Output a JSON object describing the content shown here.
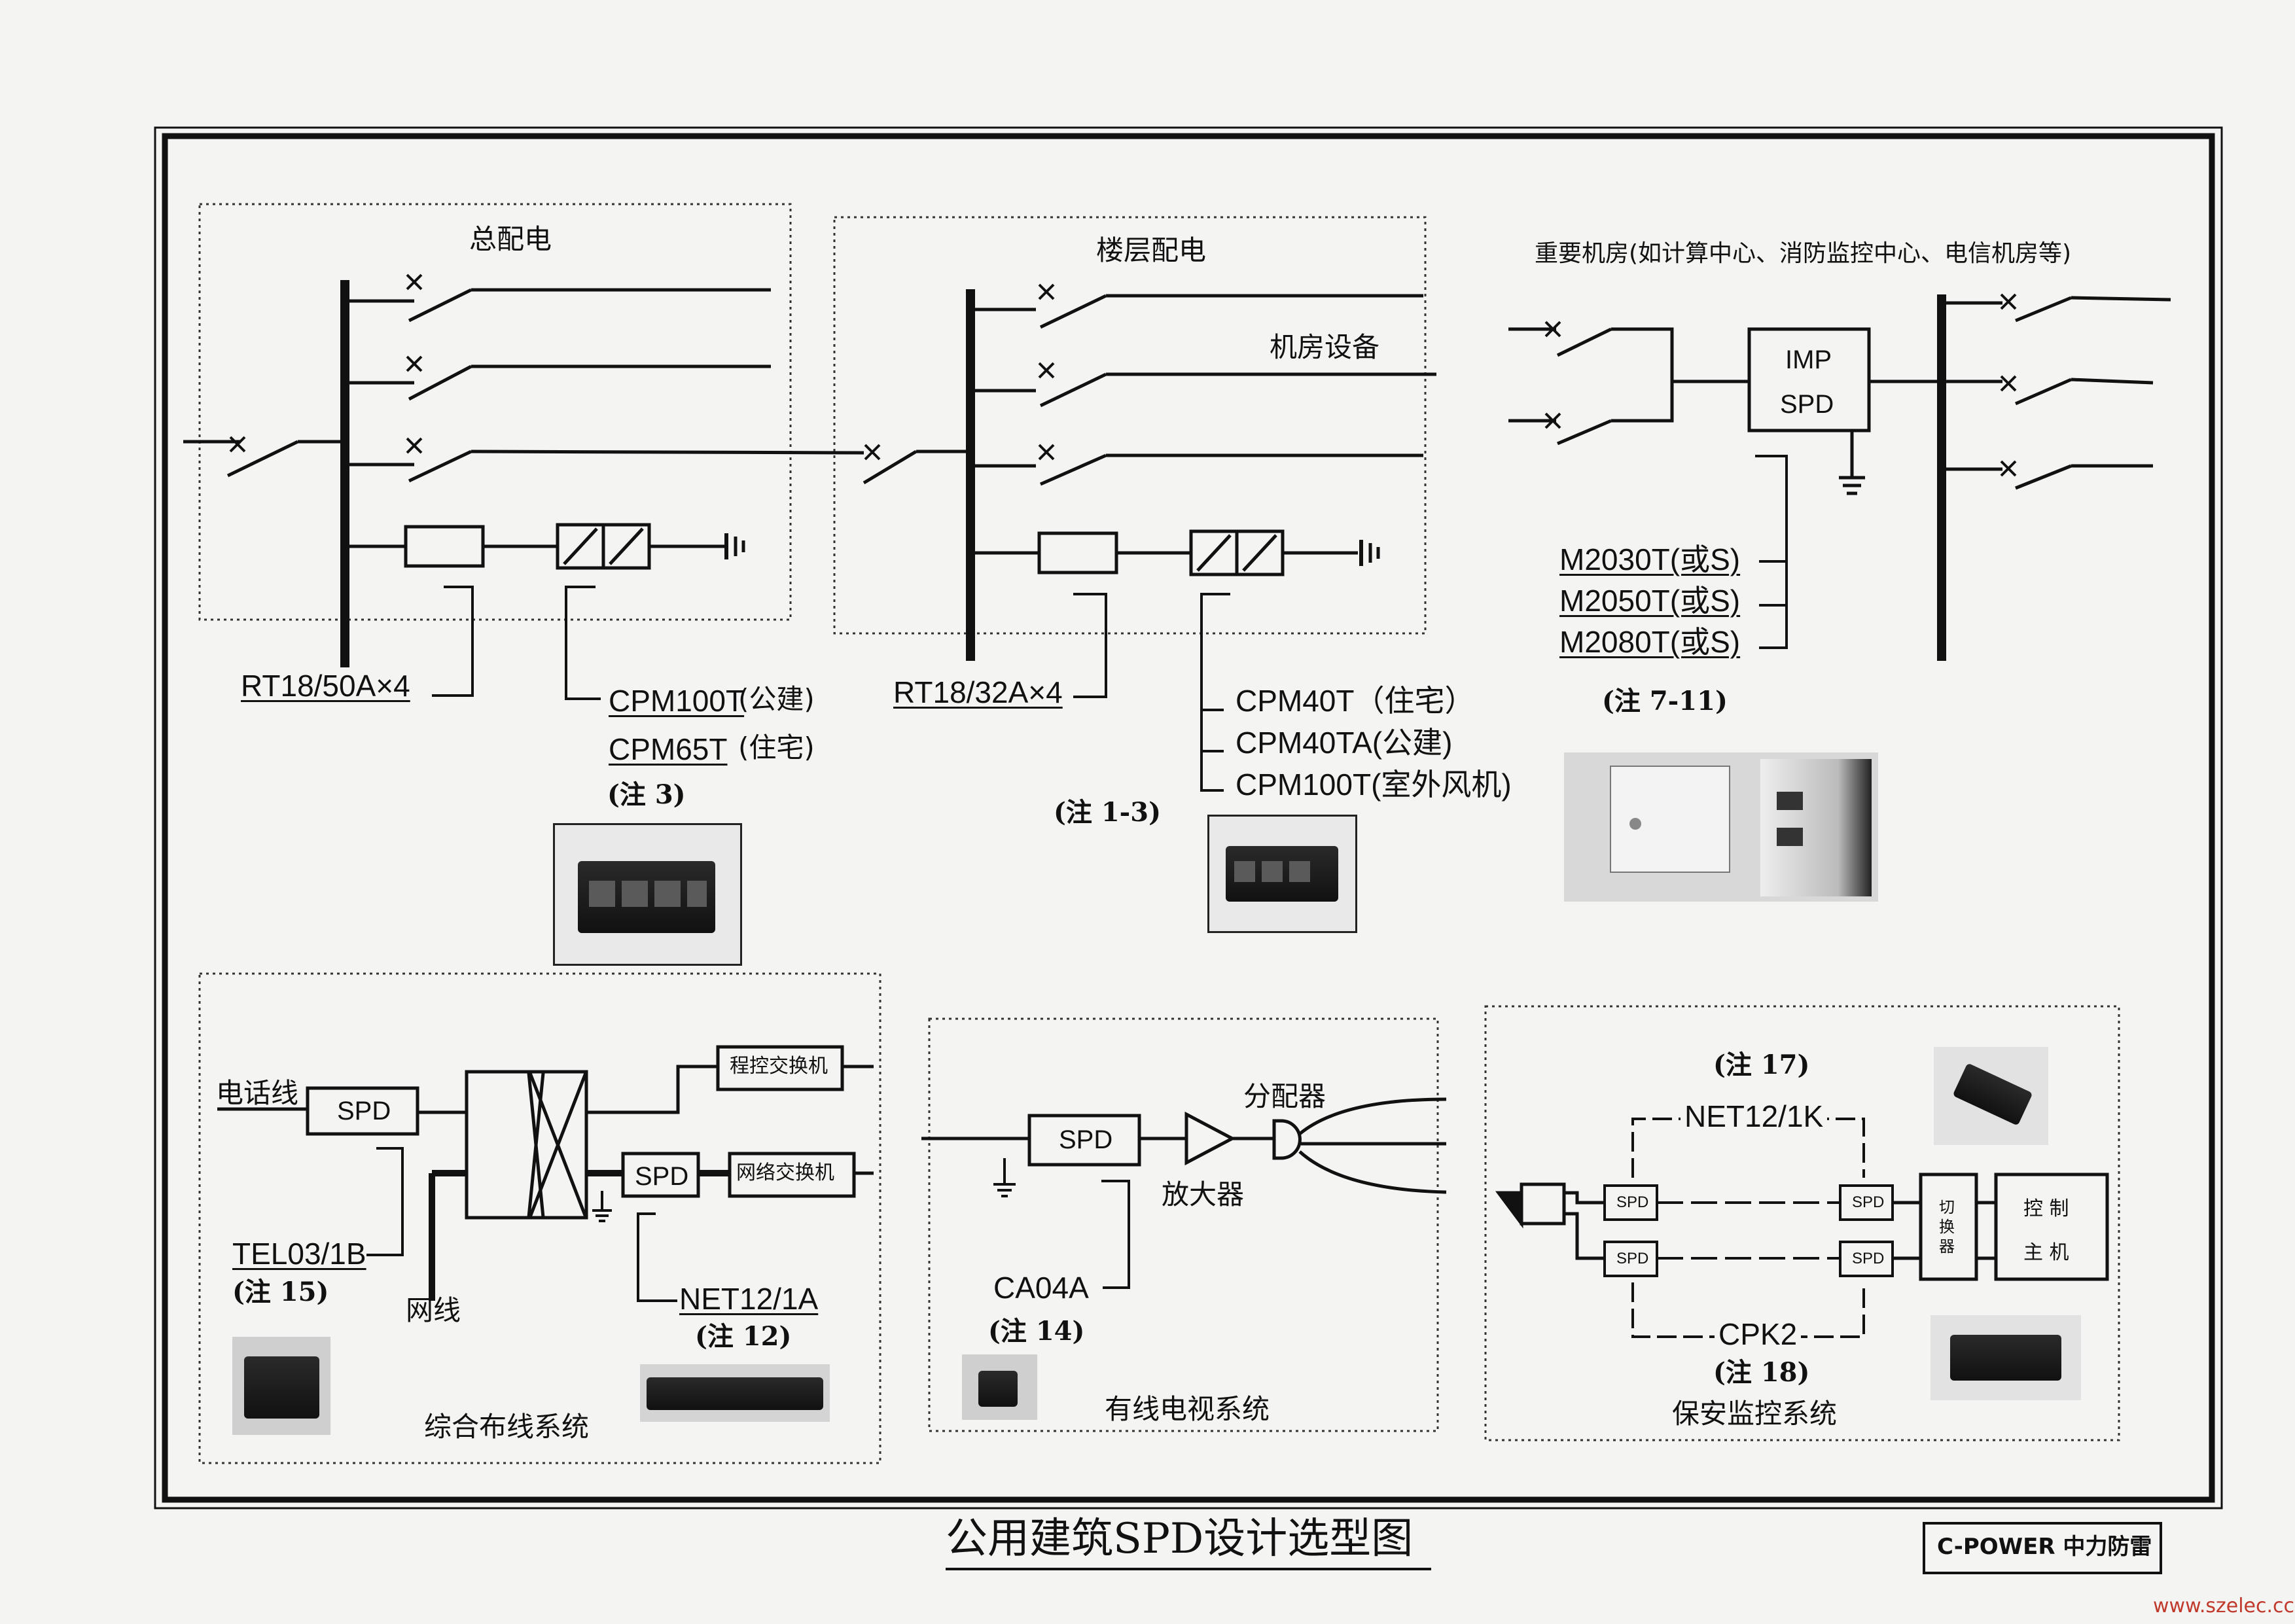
{
  "sections": {
    "main_distribution": {
      "title": "总配电",
      "fuse_label": "RT18/50A×4",
      "spd_models": [
        "CPM100T",
        "CPM65T"
      ],
      "spd_uses": [
        "(公建)",
        "(住宅)"
      ],
      "note": "(注 3)"
    },
    "floor_distribution": {
      "title": "楼层配电",
      "branch_label": "机房设备",
      "fuse_label": "RT18/32A×4",
      "spd_labels": [
        "CPM40T（住宅）",
        "CPM40TA(公建)",
        "CPM100T(室外风机)"
      ],
      "note": "(注 1-3)"
    },
    "machine_room": {
      "title": "重要机房(如计算中心、消防监控中心、电信机房等)",
      "spd_box": [
        "IMP",
        "SPD"
      ],
      "models": [
        "M2030T(或S)",
        "M2050T(或S)",
        "M2080T(或S)"
      ],
      "note": "(注 7-11)"
    },
    "cabling": {
      "title": "综合布线系统",
      "phone_line": "电话线",
      "network_line": "网线",
      "spd": "SPD",
      "spd2": "SPD",
      "pbx": "程控交换机",
      "switch": "网络交换机",
      "tel_model": "TEL03/1B",
      "tel_note": "(注 15)",
      "net_model": "NET12/1A",
      "net_note": "(注 12)"
    },
    "catv": {
      "title": "有线电视系统",
      "spd": "SPD",
      "amplifier": "放大器",
      "splitter": "分配器",
      "model": "CA04A",
      "note": "(注 14)"
    },
    "security": {
      "title": "保安监控系统",
      "top_note": "(注 17)",
      "top_model": "NET12/1K",
      "bottom_model": "CPK2",
      "bottom_note": "(注 18)",
      "spd_labels": [
        "SPD",
        "SPD",
        "SPD",
        "SPD"
      ],
      "switcher": "切换器",
      "host": [
        "控 制",
        "主 机"
      ]
    }
  },
  "footer": {
    "title": "公用建筑SPD设计选型图",
    "brand": "C-POWER 中力防雷",
    "watermark": "www.szelec.cc"
  }
}
